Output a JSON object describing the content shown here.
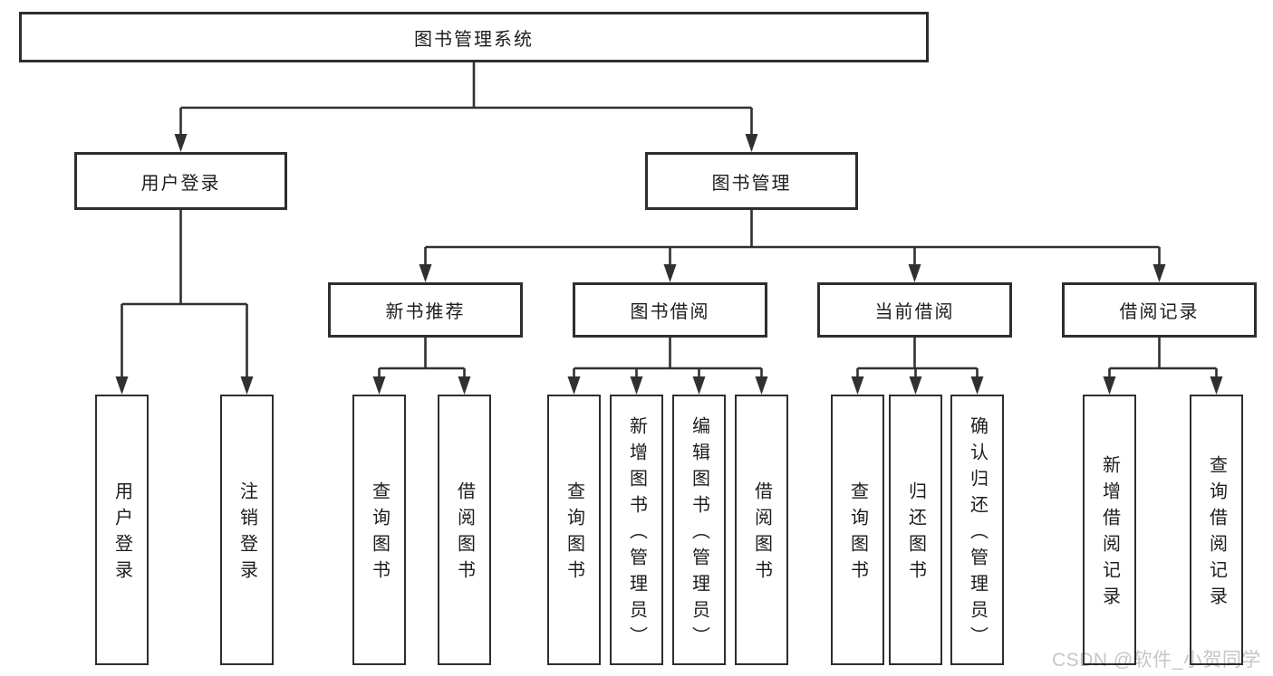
{
  "page": {
    "background": "#ffffff"
  },
  "diagram": {
    "root": {
      "label": "图书管理系统"
    },
    "branches": [
      {
        "label": "用户登录",
        "leaves": [
          "用户登录",
          "注销登录"
        ]
      },
      {
        "label": "图书管理",
        "sections": [
          {
            "label": "新书推荐",
            "leaves": [
              "查询图书",
              "借阅图书"
            ]
          },
          {
            "label": "图书借阅",
            "leaves": [
              "查询图书",
              "新增图书（管理员）",
              "编辑图书（管理员）",
              "借阅图书"
            ]
          },
          {
            "label": "当前借阅",
            "leaves": [
              "查询图书",
              "归还图书",
              "确认归还（管理员）"
            ]
          },
          {
            "label": "借阅记录",
            "leaves": [
              "新增借阅记录",
              "查询借阅记录"
            ]
          }
        ]
      }
    ],
    "style": {
      "line_color": "#303030",
      "box_border_color": "#2e2e2e",
      "box_fill": "#ffffff",
      "text_color": "#1d1d1d"
    }
  },
  "watermark": {
    "text": "CSDN @软件_小贺同学",
    "color": "#c6c6c6"
  }
}
